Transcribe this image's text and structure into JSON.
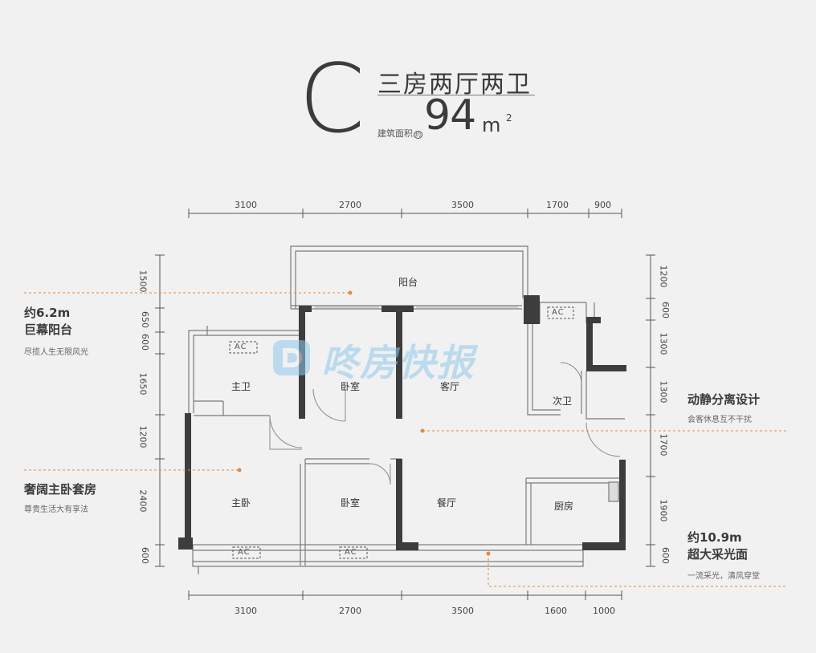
{
  "header": {
    "type_letter": "C",
    "layout": "三房两厅两卫",
    "area_label": "建筑面积",
    "area_value": "94",
    "area_unit": "m",
    "area_sup": "2"
  },
  "dimensions": {
    "top": [
      "3100",
      "2700",
      "3500",
      "1700",
      "900"
    ],
    "bottom": [
      "3100",
      "2700",
      "3500",
      "1600",
      "1000"
    ],
    "left": [
      "1500",
      "650",
      "600",
      "1650",
      "1200",
      "2400",
      "600"
    ],
    "right": [
      "1200",
      "600",
      "1300",
      "1300",
      "1700",
      "1900",
      "600"
    ]
  },
  "rooms": {
    "balcony": "阳台",
    "master_bath": "主卫",
    "bedroom_top": "卧室",
    "living_room": "客厅",
    "second_bath": "次卫",
    "master_bedroom": "主卧",
    "bedroom_bottom": "卧室",
    "dining_room": "餐厅",
    "kitchen": "厨房",
    "ac": "AC"
  },
  "notes": {
    "balcony": {
      "title1": "约6.2m",
      "title2": "巨幕阳台",
      "sub": "尽揽人生无限风光"
    },
    "master": {
      "title": "奢阔主卧套房",
      "sub": "尊贵生活大有享法"
    },
    "separation": {
      "title": "动静分离设计",
      "sub": "会客休息互不干扰"
    },
    "lighting": {
      "title1": "约10.9m",
      "title2": "超大采光面",
      "sub": "一流采光，清风穿堂"
    }
  },
  "watermark": {
    "text": "咚房快报"
  },
  "colors": {
    "accent": "#e8893a",
    "wall": "#3d3d3d",
    "watermark": "#8fc9ec"
  }
}
